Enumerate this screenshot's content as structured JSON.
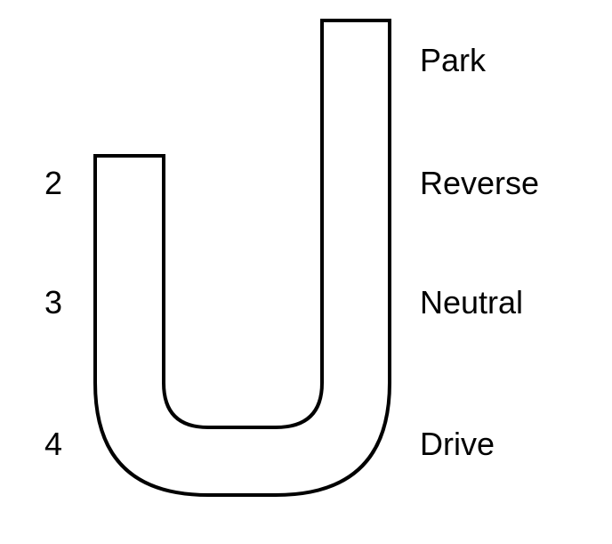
{
  "gear_positions": {
    "park": "Park",
    "reverse": "Reverse",
    "neutral": "Neutral",
    "drive": "Drive"
  },
  "manual_positions": {
    "second": "2",
    "third": "3",
    "fourth": "4"
  },
  "colors": {
    "stroke": "#000000",
    "background": "#ffffff"
  }
}
